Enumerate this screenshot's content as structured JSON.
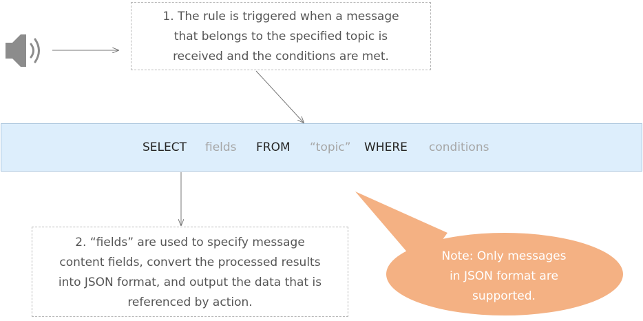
{
  "note_1": {
    "lines": [
      "1. The rule is triggered when a message",
      "that belongs to the specified topic is",
      "received and the conditions are met."
    ]
  },
  "sql": {
    "select": "SELECT",
    "fields": "fields",
    "from": "FROM",
    "topic": "“topic”",
    "where": "WHERE",
    "conditions": "conditions"
  },
  "note_2": {
    "lines": [
      "2. “fields” are used to specify message",
      "content fields, convert the processed results",
      "into JSON format, and output the data that is",
      "referenced by action."
    ]
  },
  "callout": {
    "lines": [
      "Note: Only messages",
      "in JSON format are",
      "supported."
    ]
  },
  "icons": {
    "speaker": "speaker-icon"
  },
  "colors": {
    "sql_bar_fill": "#ddeefc",
    "keyword": "#262626",
    "placeholder": "#a6a6a6",
    "callout_fill": "#f4b183",
    "note_text": "#555555"
  }
}
